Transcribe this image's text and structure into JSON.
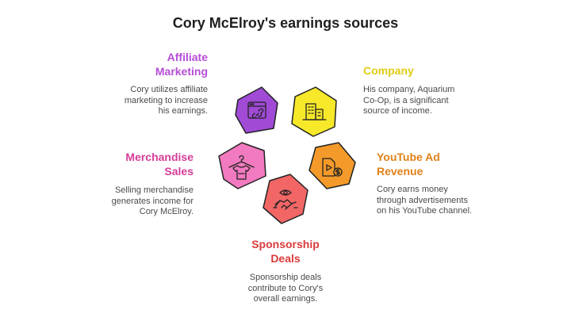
{
  "title": "Cory McElroy's earnings sources",
  "items": [
    {
      "title": "Affiliate Marketing",
      "title_lines": [
        "Affiliate",
        "Marketing"
      ],
      "description_lines": [
        "Cory utilizes affiliate",
        "marketing to increase",
        "his earnings."
      ],
      "icon": "laptop-link-icon",
      "color": "#b44ed6",
      "fill": "#a04ad6"
    },
    {
      "title": "Company",
      "title_lines": [
        "Company"
      ],
      "description_lines": [
        "His company, Aquarium",
        "Co-Op, is a significant",
        "source of income."
      ],
      "icon": "building-icon",
      "color": "#e0cc14",
      "fill": "#f7e92a"
    },
    {
      "title": "YouTube Ad Revenue",
      "title_lines": [
        "YouTube Ad",
        "Revenue"
      ],
      "description_lines": [
        "Cory earns money",
        "through advertisements",
        "on his YouTube channel."
      ],
      "icon": "video-dollar-icon",
      "color": "#e08119",
      "fill": "#f49a2a"
    },
    {
      "title": "Sponsorship Deals",
      "title_lines": [
        "Sponsorship",
        "Deals"
      ],
      "description_lines": [
        "Sponsorship deals",
        "contribute to Cory's",
        "overall earnings."
      ],
      "icon": "handshake-eye-icon",
      "color": "#d93a3a",
      "fill": "#f26666"
    },
    {
      "title": "Merchandise Sales",
      "title_lines": [
        "Merchandise",
        "Sales"
      ],
      "description_lines": [
        "Selling merchandise",
        "generates income for",
        "Cory McElroy."
      ],
      "icon": "tshirt-hanger-icon",
      "color": "#d63c98",
      "fill": "#f27ac0"
    }
  ]
}
